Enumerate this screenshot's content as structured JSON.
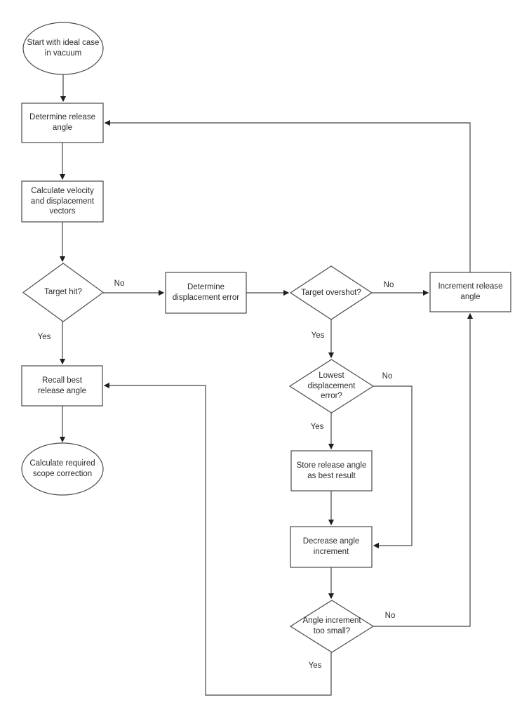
{
  "diagram": {
    "background_color": "#ffffff",
    "stroke_color": "#454545",
    "arrow_color": "#1f1f1f",
    "text_color": "#2b2b2b",
    "nodes": {
      "start": {
        "shape": "ellipse",
        "label": "Start with ideal case\nin vacuum"
      },
      "determine_release_angle": {
        "shape": "process",
        "label": "Determine release\nangle"
      },
      "calculate_vectors": {
        "shape": "process",
        "label": "Calculate velocity\nand displacement\nvectors"
      },
      "target_hit": {
        "shape": "decision",
        "label": "Target hit?"
      },
      "determine_displacement_error": {
        "shape": "process",
        "label": "Determine\ndisplacement error"
      },
      "target_overshot": {
        "shape": "decision",
        "label": "Target overshot?"
      },
      "increment_release_angle": {
        "shape": "process",
        "label": "Increment release\nangle"
      },
      "lowest_displacement_error": {
        "shape": "decision",
        "label": "Lowest\ndisplacement\nerror?"
      },
      "recall_best_angle": {
        "shape": "process",
        "label": "Recall best\nrelease angle"
      },
      "scope_correction": {
        "shape": "ellipse",
        "label": "Calculate required\nscope correction"
      },
      "store_release_angle": {
        "shape": "process",
        "label": "Store release angle\nas best result"
      },
      "decrease_increment": {
        "shape": "process",
        "label": "Decrease angle\nincrement"
      },
      "angle_too_small": {
        "shape": "decision",
        "label": "Angle increment\ntoo small?"
      }
    },
    "edge_labels": {
      "target_hit_no": "No",
      "target_hit_yes": "Yes",
      "target_overshot_no": "No",
      "target_overshot_yes": "Yes",
      "lowest_error_no": "No",
      "lowest_error_yes": "Yes",
      "angle_too_small_no": "No",
      "angle_too_small_yes": "Yes"
    }
  }
}
